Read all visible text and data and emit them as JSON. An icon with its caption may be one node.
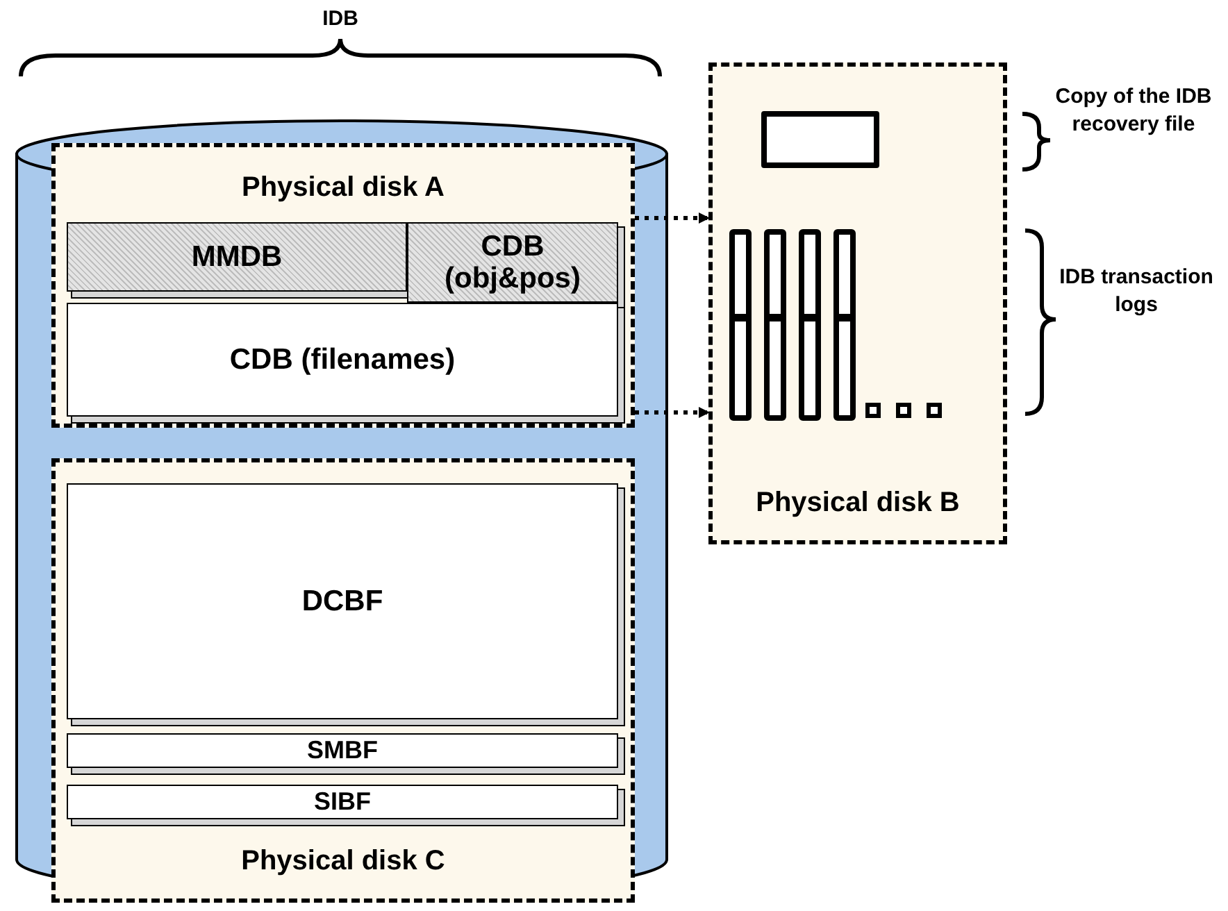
{
  "diagram": {
    "nodes": [
      {
        "text": [],
        "shape": "cylinder"
      },
      {
        "text": [
          "Physical disk A"
        ],
        "in": 0
      },
      {
        "text": [
          "MMDB"
        ],
        "in": 1
      },
      {
        "text": [
          "CDB (obj&pos)"
        ],
        "in": 1
      },
      {
        "text": [
          "CDB (filenames)"
        ],
        "in": 1
      },
      {
        "text": [
          "Physical disk B"
        ]
      },
      {
        "text": [],
        "shape": "box",
        "in": 5
      },
      {
        "text": [],
        "shape": "bar",
        "in": 5
      },
      {
        "text": [],
        "shape": "bar",
        "in": 5
      },
      {
        "text": [],
        "shape": "bar",
        "in": 5
      },
      {
        "text": [],
        "shape": "bar",
        "in": 5
      },
      {
        "text": [],
        "shape": "box",
        "in": 5
      },
      {
        "text": [],
        "shape": "box",
        "in": 5
      },
      {
        "text": [],
        "shape": "box",
        "in": 5
      },
      {
        "text": [
          "Physical disk C"
        ],
        "in": 0
      },
      {
        "text": [
          "DCBF"
        ],
        "in": 14
      },
      {
        "text": [
          "SMBF"
        ],
        "in": 14
      },
      {
        "text": [
          "SIBF"
        ],
        "in": 14
      }
    ],
    "edges": [
      {
        "from": 1,
        "to": 5,
        "arrow": "to",
        "style": "dashed"
      },
      {
        "from": 1,
        "to": 5,
        "arrow": "to",
        "style": "dashed"
      }
    ],
    "labels": [
      "IDB",
      "Copy of the IDB recovery file",
      "IDB transaction logs"
    ]
  }
}
